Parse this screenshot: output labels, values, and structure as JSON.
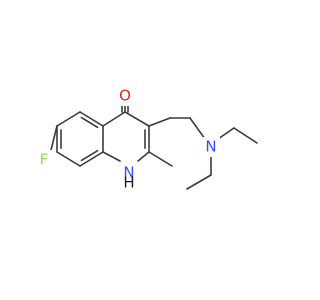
{
  "molecule": {
    "colors": {
      "bond": "#3a3a3a",
      "oxygen": "#e8231f",
      "nitrogen": "#3050f8",
      "fluorine": "#90e050",
      "nitrogen_h": "#1a1a1a"
    },
    "labels": {
      "oxygen": "O",
      "fluorine": "F",
      "amine_nitrogen": "N",
      "ring_nitrogen": "N",
      "ring_nh": "H"
    }
  }
}
